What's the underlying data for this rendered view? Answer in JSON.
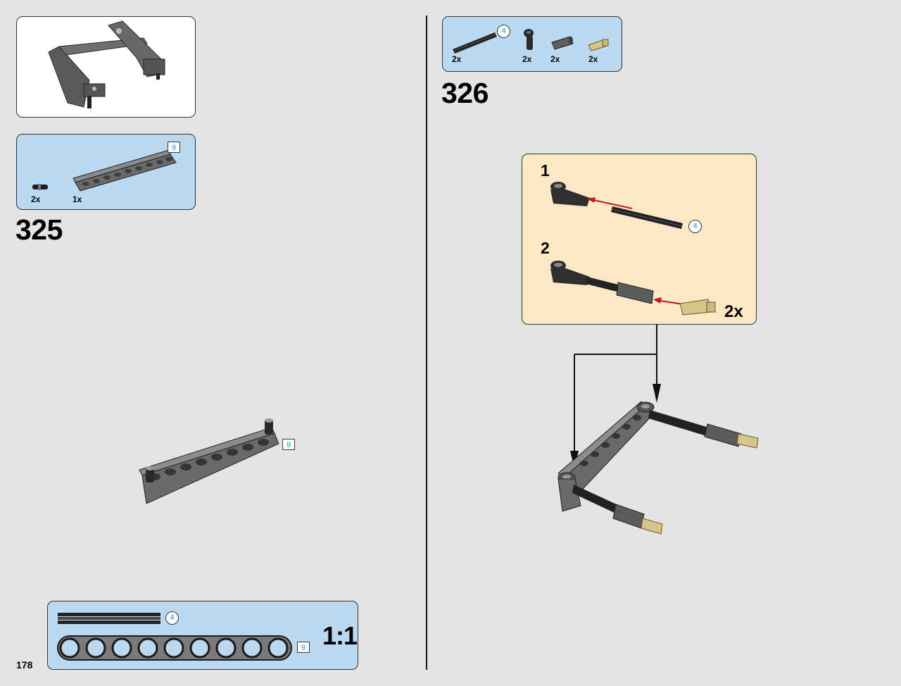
{
  "page_number": "178",
  "left": {
    "step_number": "325",
    "parts": [
      {
        "qty": "2x",
        "name": "axle-pin-black"
      },
      {
        "qty": "1x",
        "name": "beam-9-gray"
      }
    ],
    "beam_length": "9",
    "model_beam_length": "9"
  },
  "scale_box": {
    "axle_length": "4",
    "beam_length": "9",
    "ratio": "1:1"
  },
  "right": {
    "step_number": "326",
    "parts": [
      {
        "qty": "2x",
        "name": "axle-4-black",
        "length": "4"
      },
      {
        "qty": "2x",
        "name": "axle-connector-black"
      },
      {
        "qty": "2x",
        "name": "tube-connector-gray"
      },
      {
        "qty": "2x",
        "name": "pin-tan"
      }
    ],
    "substeps": [
      {
        "number": "1",
        "axle_length": "4"
      },
      {
        "number": "2",
        "multiplier": "2x"
      }
    ]
  },
  "colors": {
    "background": "#e4e4e4",
    "parts_box": "#bcd9f2",
    "subassembly_box": "#fce8c6",
    "callout_number": "#1aa3d9",
    "arrow_red": "#c4161c",
    "part_dark_gray": "#5b5b5b",
    "part_black": "#2a2a2a",
    "part_tan": "#d8c48a"
  }
}
